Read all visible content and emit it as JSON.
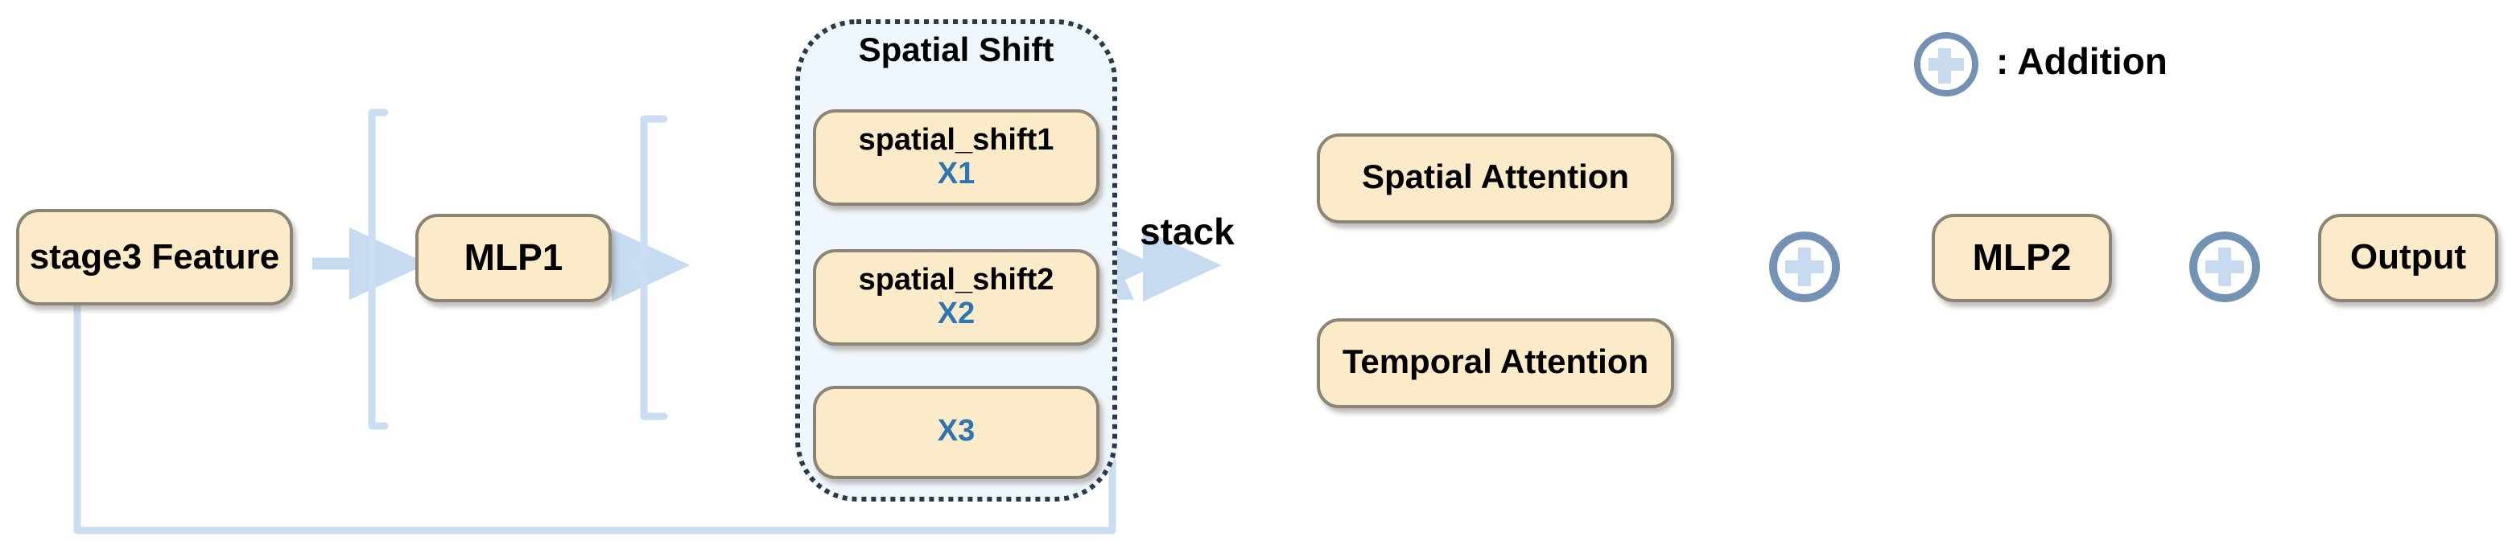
{
  "diagram": {
    "title": "Spatial Shift MLP block architecture",
    "colors": {
      "node_fill": "#FCEBC8",
      "node_border": "#8C8476",
      "group_fill": "#EFF6FC",
      "group_border": "#2A3A4A",
      "arrow": "#C6DAF0",
      "accent_text": "#2E75B6",
      "add_ring": "#7392B4"
    },
    "nodes": {
      "stage3": {
        "label": "stage3 Feature"
      },
      "mlp1": {
        "label": "MLP1"
      },
      "spatial_shift1": {
        "label": "spatial_shift1",
        "sub": "X1"
      },
      "spatial_shift2": {
        "label": "spatial_shift2",
        "sub": "X2"
      },
      "x3": {
        "label": "",
        "sub": "X3"
      },
      "spatial_attention": {
        "label": "Spatial Attention"
      },
      "temporal_attention": {
        "label": "Temporal Attention"
      },
      "mlp2": {
        "label": "MLP2"
      },
      "output": {
        "label": "Output"
      }
    },
    "groups": {
      "spatial_shift": {
        "title": "Spatial Shift"
      }
    },
    "labels": {
      "stack": "stack"
    },
    "legend": {
      "symbol": "plus-circle-icon",
      "text": ": Addition"
    }
  }
}
